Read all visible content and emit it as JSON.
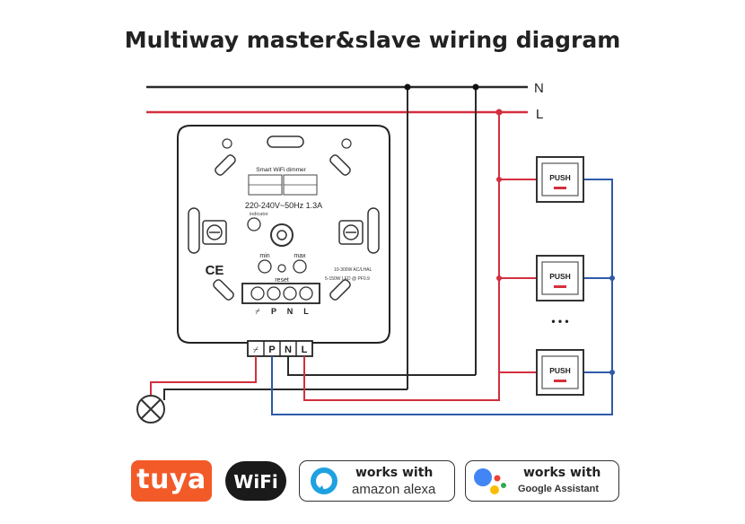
{
  "title": "Multiway master&slave wiring diagram",
  "lines": {
    "neutral": "N",
    "live": "L"
  },
  "dimmer": {
    "name": "Smart WiFi dimmer",
    "rating": "220-240V~50Hz 1.3A",
    "indicator": "indicator",
    "min": "min",
    "max": "max",
    "reset": "reset",
    "ce": "CE",
    "spec_hal": "10-300W AC/LHAL",
    "spec_led": "5-150W LED @ PF0.9",
    "terminals": [
      "P",
      "N",
      "L"
    ]
  },
  "push_buttons": [
    "PUSH",
    "PUSH",
    "PUSH"
  ],
  "ellipsis": "• • •",
  "badges": {
    "tuya": "tuya",
    "wifi": "WiFi",
    "alexa": {
      "line1": "works with",
      "line2": "amazon alexa"
    },
    "google": {
      "line1": "works with",
      "line2": "Google Assistant"
    }
  },
  "colors": {
    "neutral": "#2a2a2a",
    "live": "#d32f3f",
    "switched": "#2f5aa8",
    "tuya": "#f25a28"
  }
}
